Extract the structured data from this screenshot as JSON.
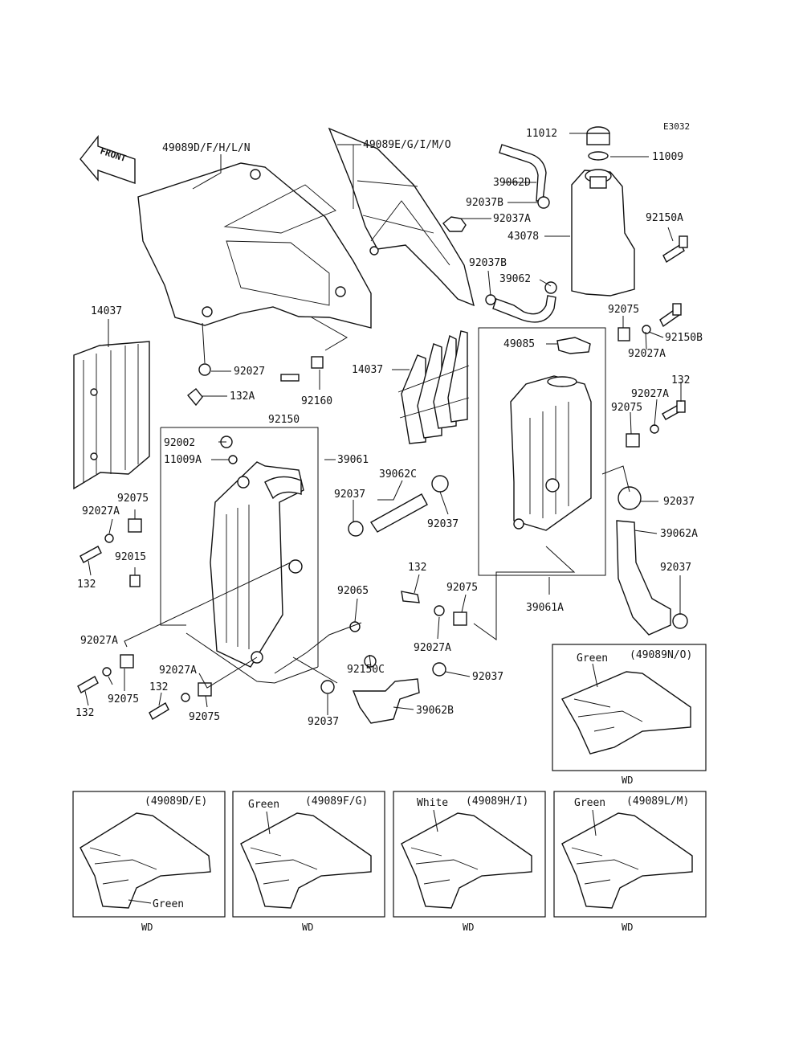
{
  "diagram_code": "E3032",
  "front_arrow": "FRONT",
  "labels": {
    "p49089DFHLN": "49089D/F/H/L/N",
    "p49089EGIMO": "49089E/G/I/M/O",
    "p11012": "11012",
    "p11009": "11009",
    "p39062D": "39062D",
    "p92037B_a": "92037B",
    "p92037A": "92037A",
    "p43078": "43078",
    "p92150A": "92150A",
    "p92037B_b": "92037B",
    "p39062": "39062",
    "p92075_tr": "92075",
    "p92150B": "92150B",
    "p92027A_tr": "92027A",
    "p14037_left": "14037",
    "p49085": "49085",
    "p132_r": "132",
    "p92027A_r": "92027A",
    "p92075_r": "92075",
    "p92027": "92027",
    "p14037_mid": "14037",
    "p132A": "132A",
    "p92160": "92160",
    "p92150": "92150",
    "p92002": "92002",
    "p11009A": "11009A",
    "p39061": "39061",
    "p39062C": "39062C",
    "p92037_r": "92037",
    "p92075_l": "92075",
    "p92027A_l": "92027A",
    "p92037_m1": "92037",
    "p92037_m2": "92037",
    "p39062A": "39062A",
    "p92015": "92015",
    "p132_l": "132",
    "p92037_rr": "92037",
    "p132_m": "132",
    "p92075_m": "92075",
    "p39061A": "39061A",
    "p92065": "92065",
    "p92027A_bl": "92027A",
    "p92027A_m": "92027A",
    "p92150C": "92150C",
    "p92037_bm": "92037",
    "p92027A_b2": "92027A",
    "p132_b1": "132",
    "p132_b2": "132",
    "p92075_b1": "92075",
    "p92075_b2": "92075",
    "p92037_b": "92037",
    "p39062B": "39062B"
  },
  "insets": [
    {
      "variant": "(49089N/O)",
      "color": "Green",
      "caption": "WD"
    },
    {
      "variant": "(49089D/E)",
      "color": "Green",
      "caption": "WD"
    },
    {
      "variant": "(49089F/G)",
      "color": "Green",
      "caption": "WD"
    },
    {
      "variant": "(49089H/I)",
      "color": "White",
      "caption": "WD"
    },
    {
      "variant": "(49089L/M)",
      "color": "Green",
      "caption": "WD"
    }
  ]
}
